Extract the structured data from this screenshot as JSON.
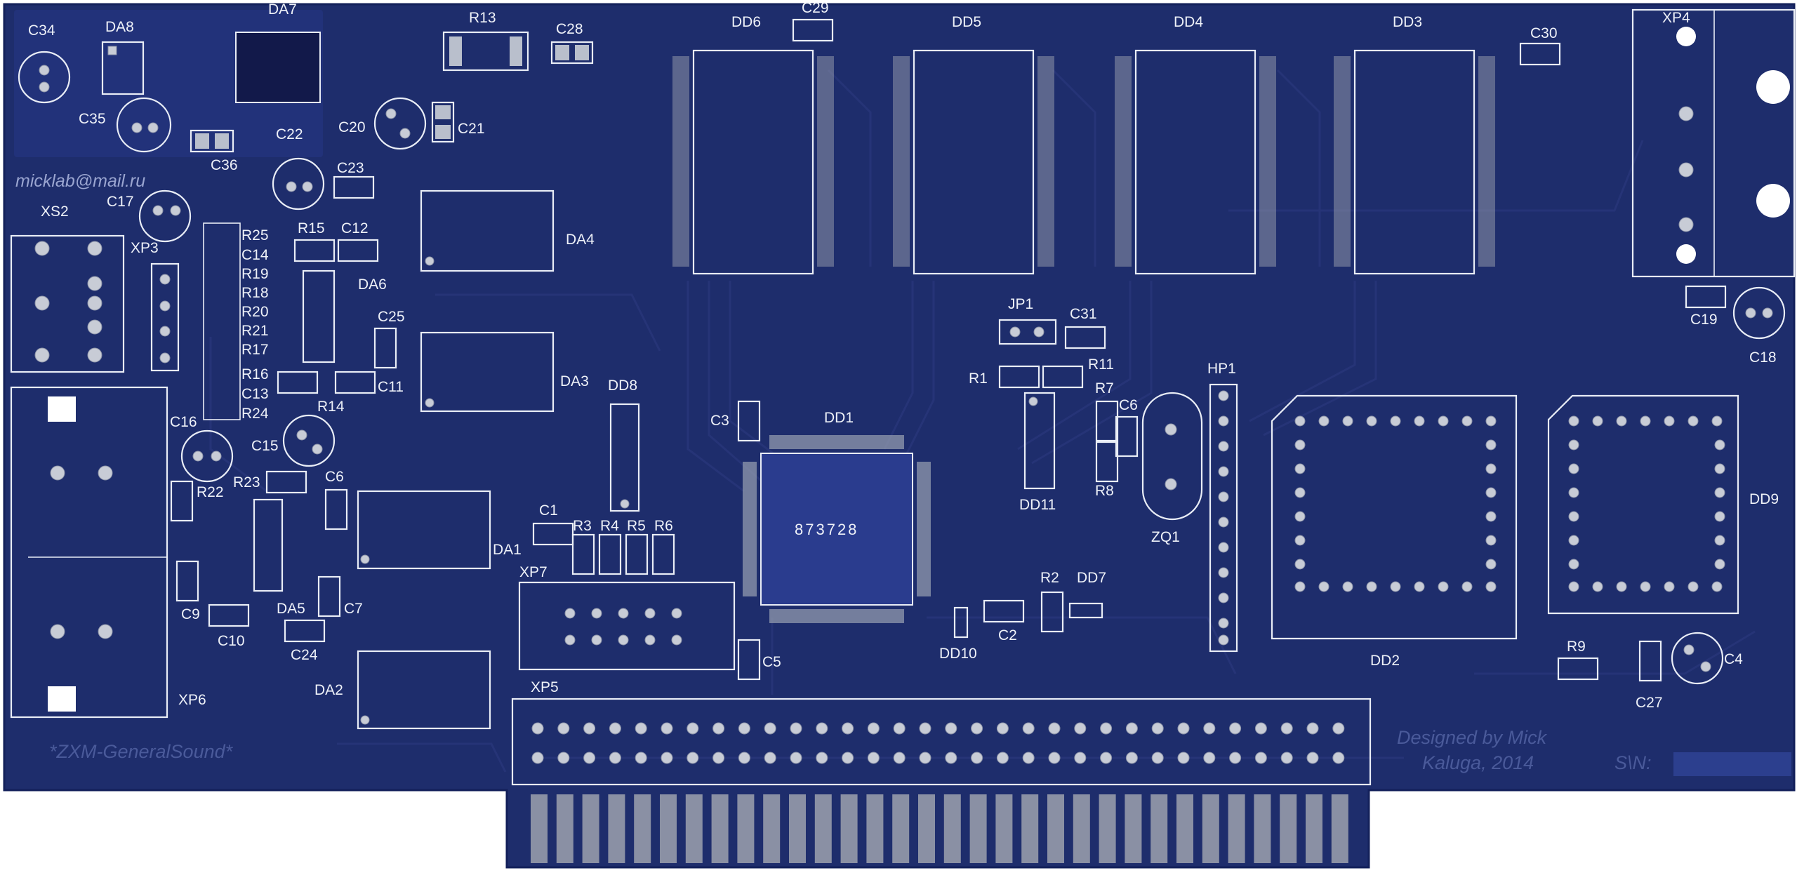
{
  "board": {
    "title": "*ZXM-GeneralSound*",
    "email": "micklab@mail.ru",
    "designer": "Designed  by Mick",
    "place_year": "Kaluga, 2014",
    "serial_label": "S\\N:",
    "main_chip_marking": "873728"
  },
  "labels": {
    "c34": "C34",
    "da8": "DA8",
    "da7": "DA7",
    "r13": "R13",
    "c28": "C28",
    "dd6": "DD6",
    "c29": "C29",
    "dd5": "DD5",
    "dd4": "DD4",
    "dd3": "DD3",
    "c30": "C30",
    "xp4": "XP4",
    "c35": "C35",
    "c36": "C36",
    "c22": "C22",
    "c20": "C20",
    "c21": "C21",
    "c23": "C23",
    "c17": "C17",
    "xs2": "XS2",
    "xp3": "XP3",
    "r25": "R25",
    "c14": "C14",
    "r19": "R19",
    "r18": "R18",
    "r20": "R20",
    "r21": "R21",
    "r17": "R17",
    "r16": "R16",
    "c13": "C13",
    "r24": "R24",
    "r15": "R15",
    "c12": "C12",
    "da6": "DA6",
    "da4": "DA4",
    "c25": "C25",
    "c11": "C11",
    "da3": "DA3",
    "r14": "R14",
    "c16": "C16",
    "c15": "C15",
    "dd8": "DD8",
    "c3": "C3",
    "dd1": "DD1",
    "jp1": "JP1",
    "c31": "C31",
    "r1": "R1",
    "r11": "R11",
    "r7": "R7",
    "c6": "C6",
    "r8": "R8",
    "dd11": "DD11",
    "zq1": "ZQ1",
    "hp1": "HP1",
    "c19": "C19",
    "c18": "C18",
    "dd9": "DD9",
    "dd2": "DD2",
    "r22": "R22",
    "r23": "R23",
    "c6b": "C6",
    "da1": "DA1",
    "c1": "C1",
    "r3": "R3",
    "r4": "R4",
    "r5": "R5",
    "r6": "R6",
    "xp7": "XP7",
    "c9": "C9",
    "c10": "C10",
    "da5": "DA5",
    "c7": "C7",
    "c24": "C24",
    "c5": "C5",
    "dd10": "DD10",
    "c2": "C2",
    "r2": "R2",
    "dd7": "DD7",
    "r9": "R9",
    "c4": "C4",
    "c27": "C27",
    "xp6": "XP6",
    "da2": "DA2",
    "xp5": "XP5"
  }
}
